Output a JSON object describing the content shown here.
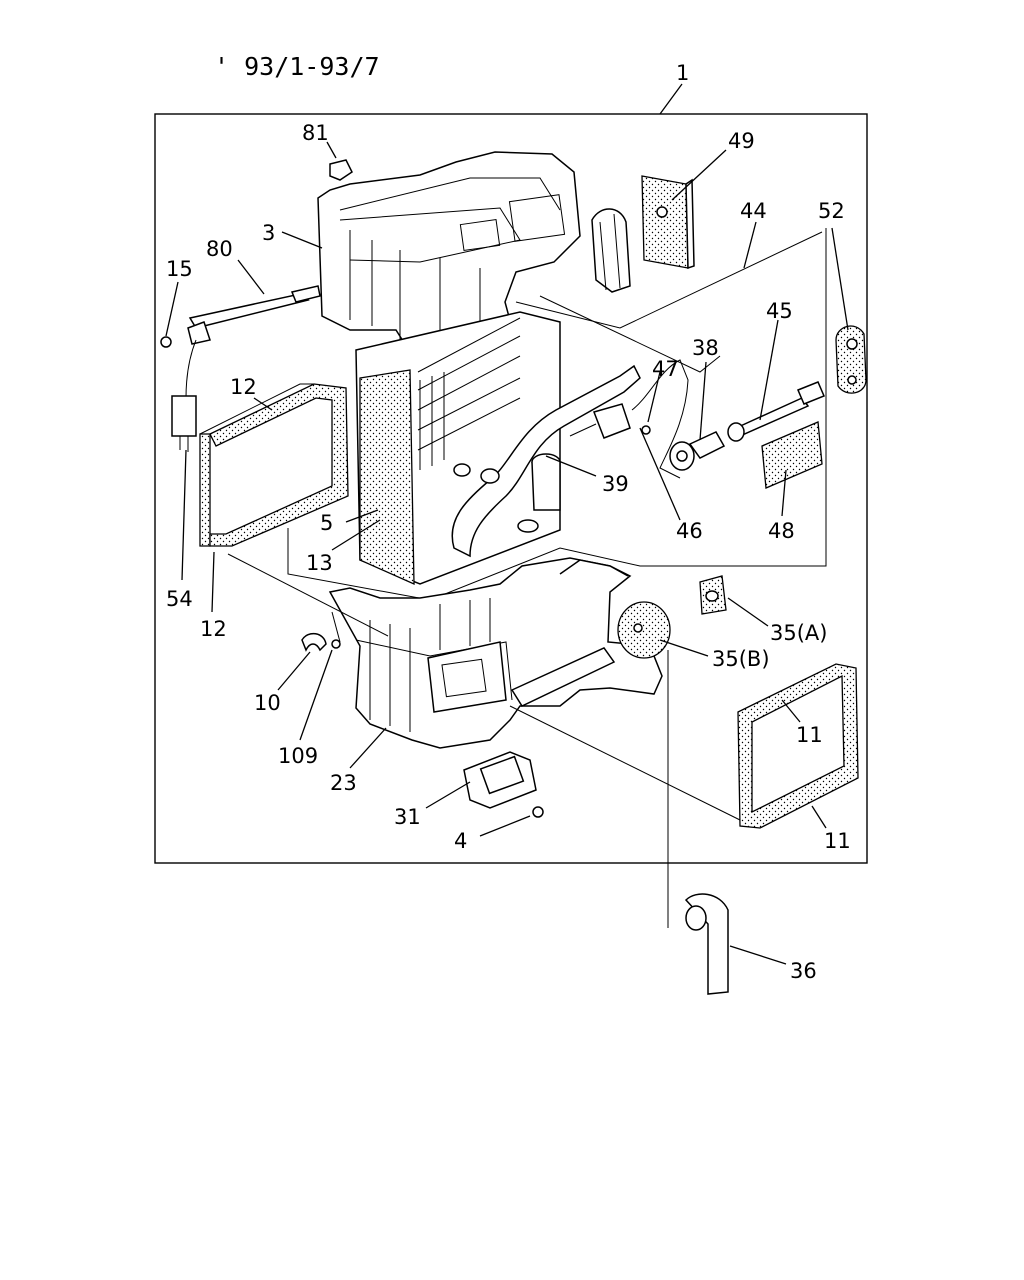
{
  "diagram": {
    "date_range": "' 93/1-93/7",
    "labels": {
      "p1": "1",
      "p3": "3",
      "p81": "81",
      "p49": "49",
      "p44": "44",
      "p52": "52",
      "p80": "80",
      "p15": "15",
      "p45": "45",
      "p12a": "12",
      "p38": "38",
      "p47": "47",
      "p39": "39",
      "p46": "46",
      "p48": "48",
      "p5": "5",
      "p13": "13",
      "p54": "54",
      "p12b": "12",
      "p35a": "35(A)",
      "p35b": "35(B)",
      "p10": "10",
      "p109": "109",
      "p11a": "11",
      "p23": "23",
      "p31": "31",
      "p4": "4",
      "p11b": "11",
      "p36": "36"
    }
  }
}
